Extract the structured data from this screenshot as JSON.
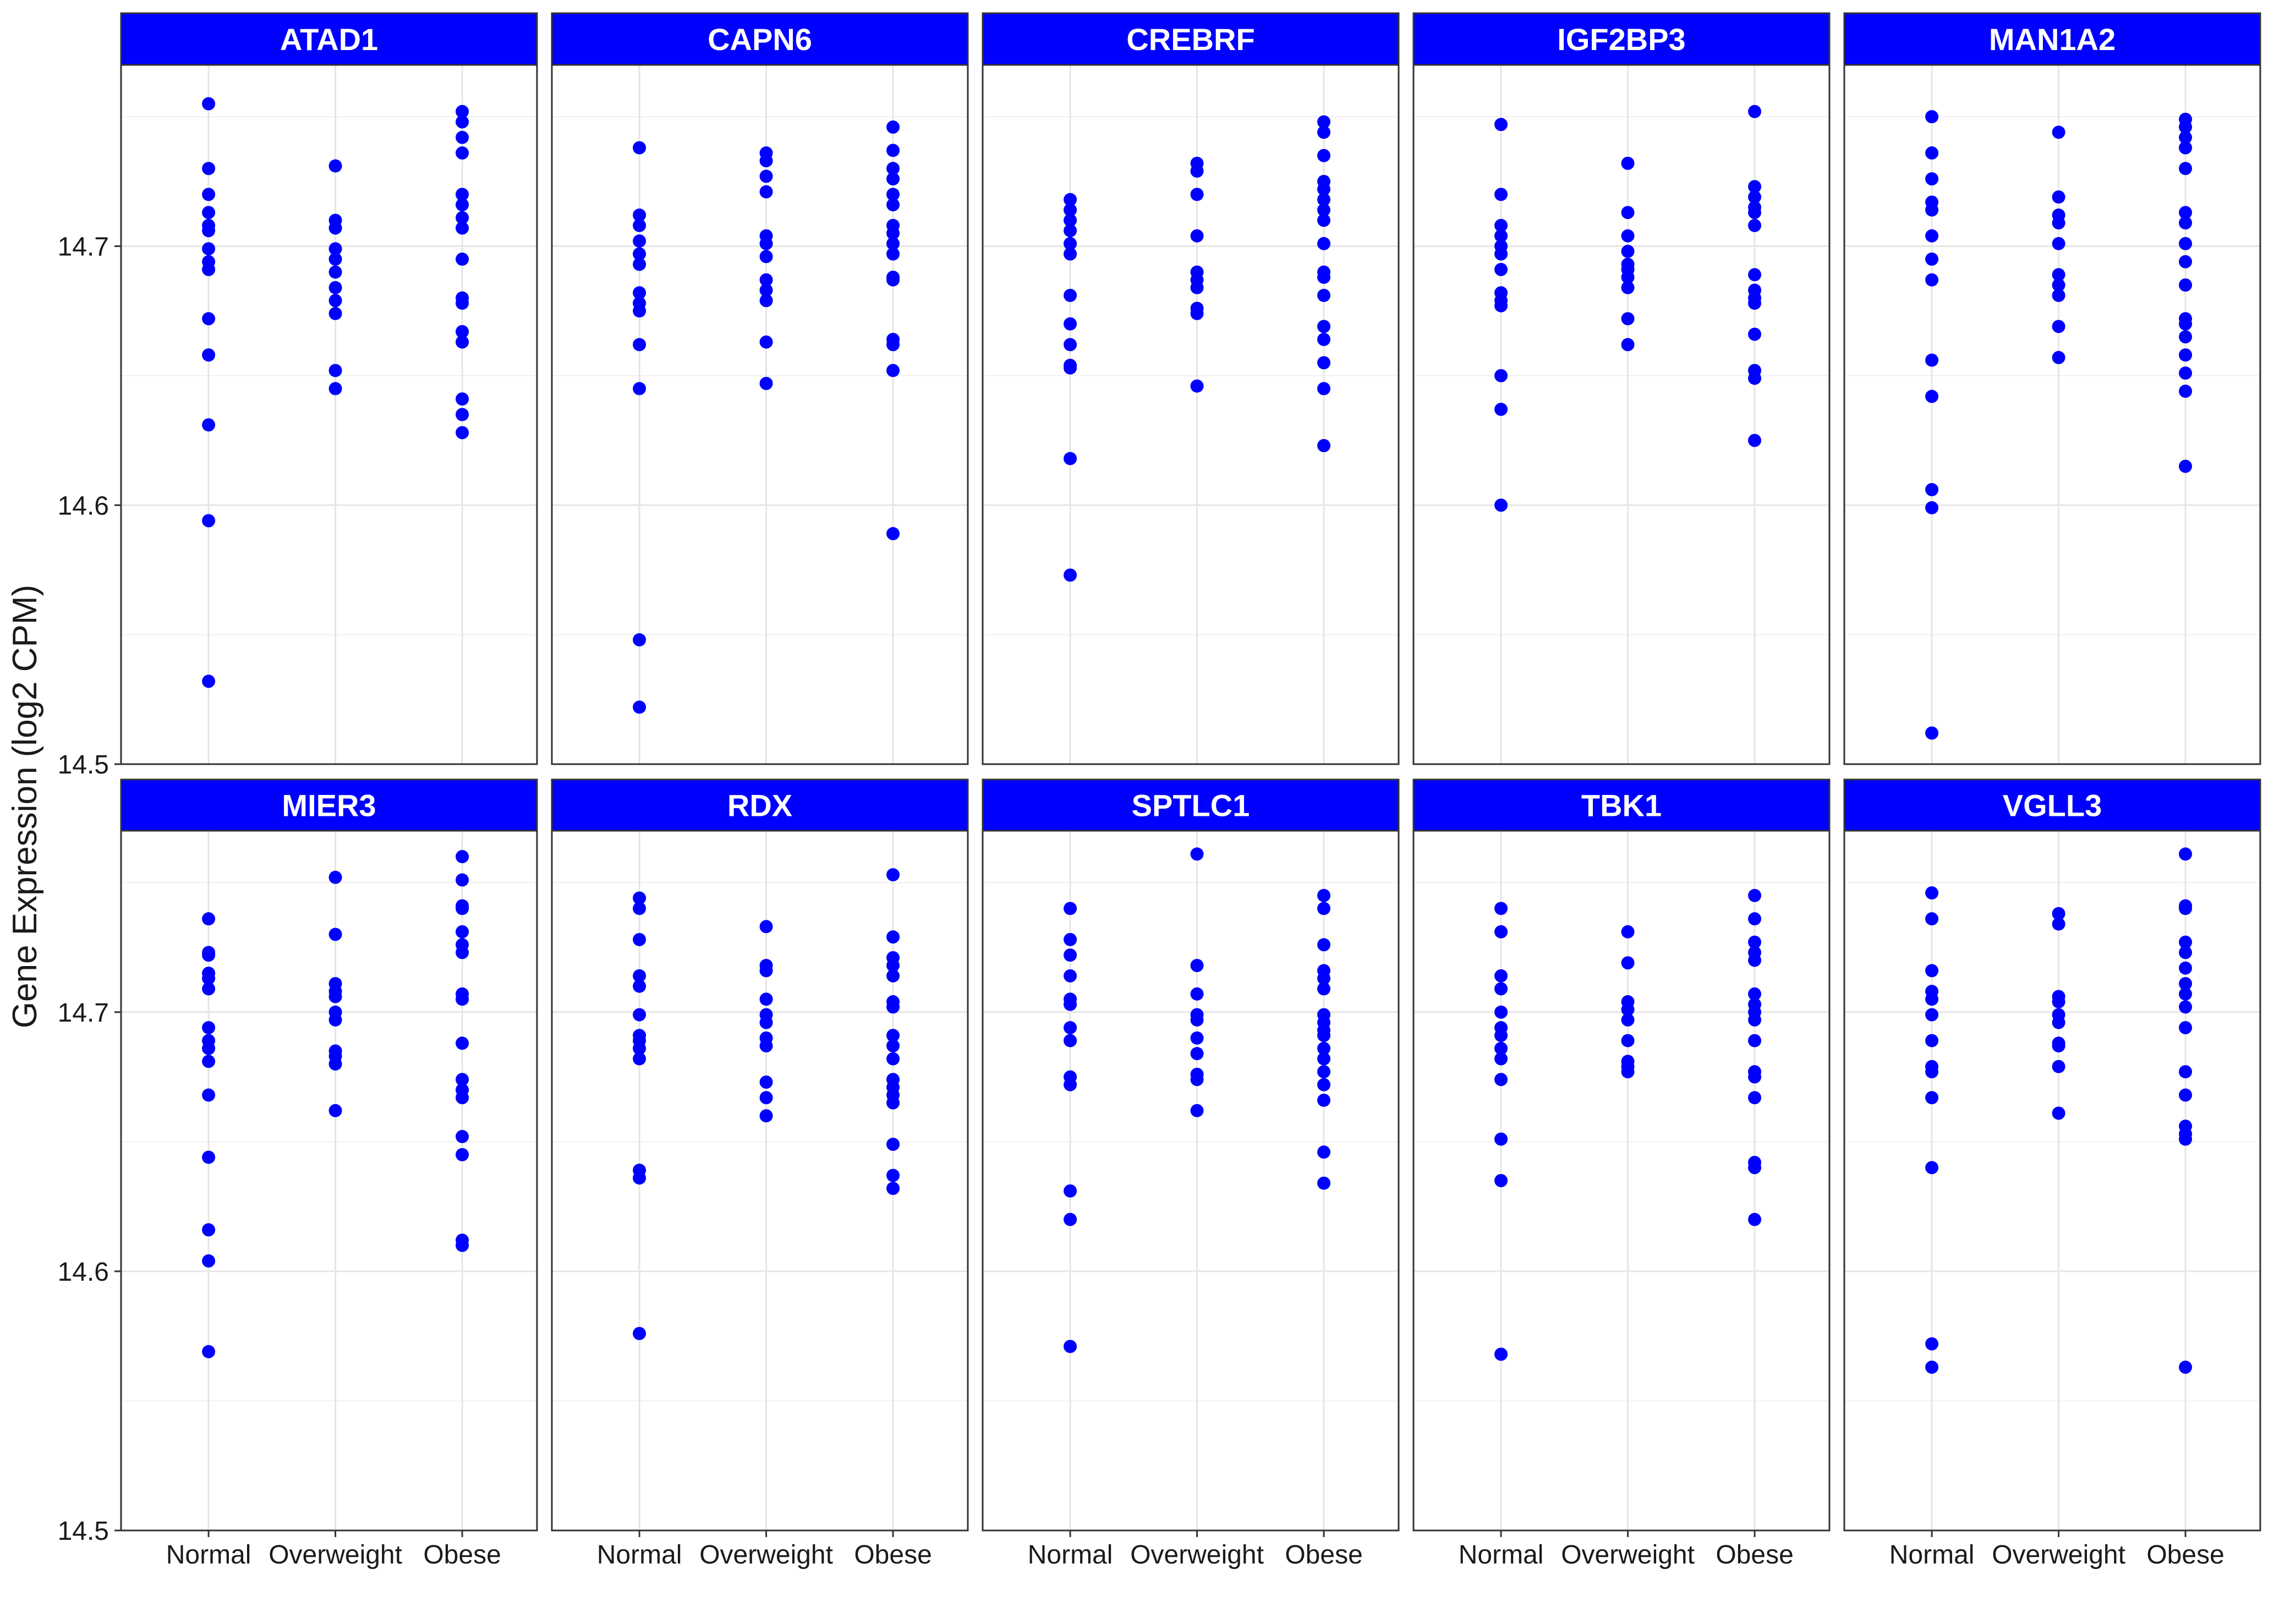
{
  "chart_data": {
    "type": "scatter",
    "ylabel": "Gene Expression (log2 CPM)",
    "xlabel": "",
    "categories": [
      "Normal",
      "Overweight",
      "Obese"
    ],
    "ylim": [
      14.5,
      14.77
    ],
    "y_ticks": [
      "14.5",
      "14.6",
      "14.7"
    ],
    "grid": true,
    "point_color": "#0000ff",
    "strip_color": "#0000ff",
    "panels": [
      {
        "gene": "ATAD1",
        "Normal": [
          14.755,
          14.73,
          14.72,
          14.713,
          14.708,
          14.706,
          14.699,
          14.694,
          14.691,
          14.672,
          14.658,
          14.631,
          14.594,
          14.532
        ],
        "Overweight": [
          14.731,
          14.71,
          14.707,
          14.699,
          14.695,
          14.69,
          14.684,
          14.679,
          14.674,
          14.652,
          14.645
        ],
        "Obese": [
          14.752,
          14.748,
          14.742,
          14.736,
          14.72,
          14.716,
          14.711,
          14.707,
          14.695,
          14.68,
          14.678,
          14.667,
          14.663,
          14.641,
          14.635,
          14.628
        ]
      },
      {
        "gene": "CAPN6",
        "Normal": [
          14.738,
          14.712,
          14.708,
          14.702,
          14.697,
          14.693,
          14.682,
          14.678,
          14.675,
          14.662,
          14.645,
          14.548,
          14.522
        ],
        "Overweight": [
          14.736,
          14.733,
          14.727,
          14.721,
          14.704,
          14.701,
          14.696,
          14.687,
          14.683,
          14.679,
          14.663,
          14.647
        ],
        "Obese": [
          14.746,
          14.737,
          14.73,
          14.726,
          14.72,
          14.716,
          14.708,
          14.705,
          14.701,
          14.697,
          14.688,
          14.687,
          14.664,
          14.662,
          14.652,
          14.589
        ]
      },
      {
        "gene": "CREBRF",
        "Normal": [
          14.718,
          14.714,
          14.71,
          14.706,
          14.701,
          14.697,
          14.681,
          14.67,
          14.662,
          14.654,
          14.653,
          14.618,
          14.573
        ],
        "Overweight": [
          14.732,
          14.729,
          14.72,
          14.704,
          14.69,
          14.687,
          14.684,
          14.676,
          14.674,
          14.646
        ],
        "Obese": [
          14.748,
          14.744,
          14.735,
          14.725,
          14.722,
          14.718,
          14.714,
          14.71,
          14.701,
          14.69,
          14.688,
          14.681,
          14.669,
          14.664,
          14.655,
          14.645,
          14.623
        ]
      },
      {
        "gene": "IGF2BP3",
        "Normal": [
          14.747,
          14.72,
          14.708,
          14.704,
          14.7,
          14.697,
          14.691,
          14.682,
          14.679,
          14.677,
          14.65,
          14.637,
          14.6
        ],
        "Overweight": [
          14.732,
          14.713,
          14.704,
          14.698,
          14.693,
          14.691,
          14.688,
          14.684,
          14.672,
          14.662
        ],
        "Obese": [
          14.752,
          14.723,
          14.719,
          14.715,
          14.713,
          14.708,
          14.689,
          14.683,
          14.68,
          14.678,
          14.666,
          14.652,
          14.649,
          14.625
        ]
      },
      {
        "gene": "MAN1A2",
        "Normal": [
          14.75,
          14.736,
          14.726,
          14.717,
          14.714,
          14.704,
          14.695,
          14.687,
          14.656,
          14.642,
          14.606,
          14.599,
          14.512
        ],
        "Overweight": [
          14.744,
          14.719,
          14.712,
          14.709,
          14.701,
          14.689,
          14.685,
          14.681,
          14.669,
          14.657
        ],
        "Obese": [
          14.749,
          14.746,
          14.742,
          14.738,
          14.73,
          14.713,
          14.709,
          14.701,
          14.694,
          14.685,
          14.672,
          14.67,
          14.665,
          14.658,
          14.651,
          14.644,
          14.615
        ]
      },
      {
        "gene": "MIER3",
        "Normal": [
          14.736,
          14.723,
          14.722,
          14.715,
          14.713,
          14.709,
          14.694,
          14.689,
          14.686,
          14.681,
          14.668,
          14.644,
          14.616,
          14.604,
          14.569
        ],
        "Overweight": [
          14.752,
          14.73,
          14.711,
          14.708,
          14.706,
          14.7,
          14.697,
          14.685,
          14.683,
          14.68,
          14.662
        ],
        "Obese": [
          14.76,
          14.751,
          14.741,
          14.74,
          14.731,
          14.726,
          14.723,
          14.707,
          14.705,
          14.688,
          14.674,
          14.67,
          14.667,
          14.652,
          14.645,
          14.612,
          14.61
        ]
      },
      {
        "gene": "RDX",
        "Normal": [
          14.744,
          14.74,
          14.728,
          14.714,
          14.71,
          14.699,
          14.691,
          14.689,
          14.686,
          14.682,
          14.639,
          14.636,
          14.576
        ],
        "Overweight": [
          14.733,
          14.718,
          14.716,
          14.705,
          14.699,
          14.696,
          14.69,
          14.687,
          14.673,
          14.667,
          14.66
        ],
        "Obese": [
          14.753,
          14.729,
          14.721,
          14.718,
          14.714,
          14.704,
          14.702,
          14.691,
          14.687,
          14.682,
          14.674,
          14.671,
          14.668,
          14.665,
          14.649,
          14.637,
          14.632
        ]
      },
      {
        "gene": "SPTLC1",
        "Normal": [
          14.74,
          14.728,
          14.722,
          14.714,
          14.705,
          14.703,
          14.694,
          14.689,
          14.675,
          14.672,
          14.631,
          14.62,
          14.571
        ],
        "Overweight": [
          14.761,
          14.718,
          14.707,
          14.699,
          14.697,
          14.69,
          14.684,
          14.676,
          14.674,
          14.662
        ],
        "Obese": [
          14.745,
          14.74,
          14.726,
          14.716,
          14.713,
          14.709,
          14.699,
          14.696,
          14.693,
          14.691,
          14.686,
          14.682,
          14.677,
          14.672,
          14.666,
          14.646,
          14.634
        ]
      },
      {
        "gene": "TBK1",
        "Normal": [
          14.74,
          14.731,
          14.714,
          14.709,
          14.7,
          14.694,
          14.691,
          14.686,
          14.682,
          14.674,
          14.651,
          14.635,
          14.568
        ],
        "Overweight": [
          14.731,
          14.719,
          14.704,
          14.701,
          14.697,
          14.689,
          14.681,
          14.679,
          14.677
        ],
        "Obese": [
          14.745,
          14.736,
          14.727,
          14.723,
          14.72,
          14.707,
          14.703,
          14.7,
          14.697,
          14.689,
          14.677,
          14.675,
          14.667,
          14.642,
          14.64,
          14.62
        ]
      },
      {
        "gene": "VGLL3",
        "Normal": [
          14.746,
          14.736,
          14.716,
          14.708,
          14.705,
          14.699,
          14.689,
          14.679,
          14.677,
          14.667,
          14.64,
          14.572,
          14.563
        ],
        "Overweight": [
          14.738,
          14.734,
          14.706,
          14.704,
          14.699,
          14.696,
          14.688,
          14.687,
          14.679,
          14.661
        ],
        "Obese": [
          14.761,
          14.741,
          14.74,
          14.727,
          14.723,
          14.717,
          14.711,
          14.707,
          14.702,
          14.694,
          14.677,
          14.668,
          14.656,
          14.653,
          14.651,
          14.563
        ]
      }
    ]
  }
}
